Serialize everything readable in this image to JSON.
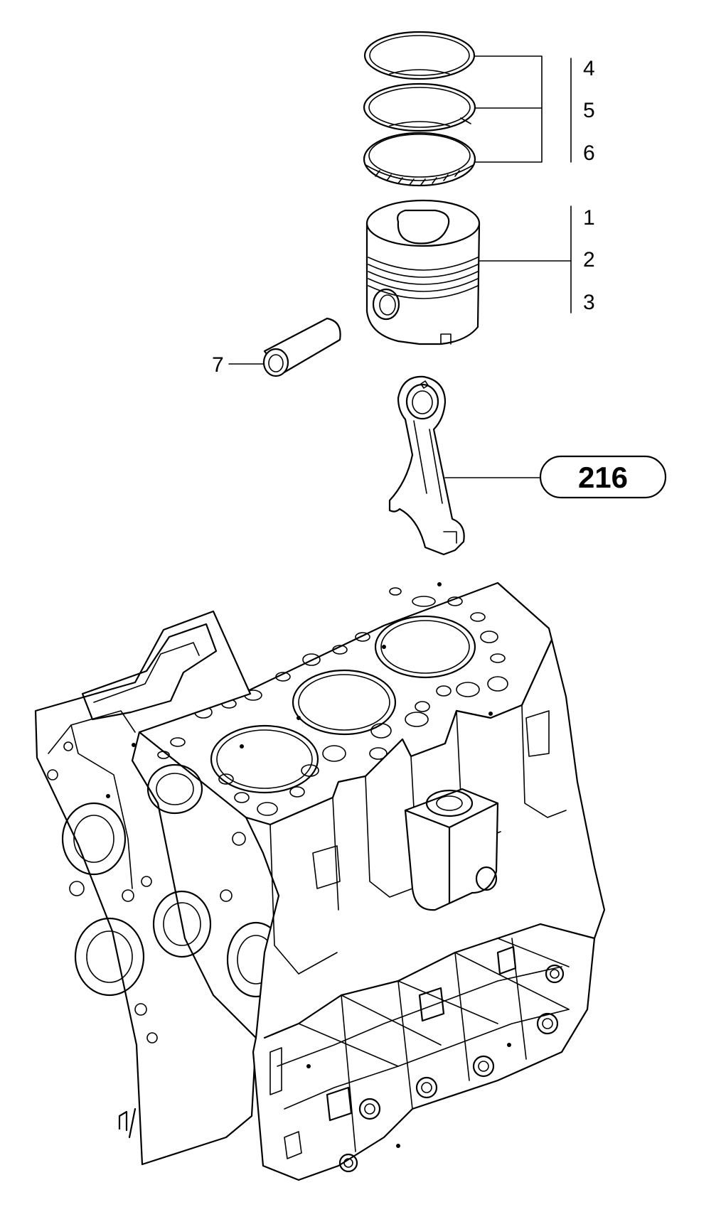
{
  "callouts": {
    "ring_group": [
      "4",
      "5",
      "6"
    ],
    "piston_group": [
      "1",
      "2",
      "3"
    ],
    "pin": "7"
  },
  "reference_box": {
    "label": "216"
  }
}
